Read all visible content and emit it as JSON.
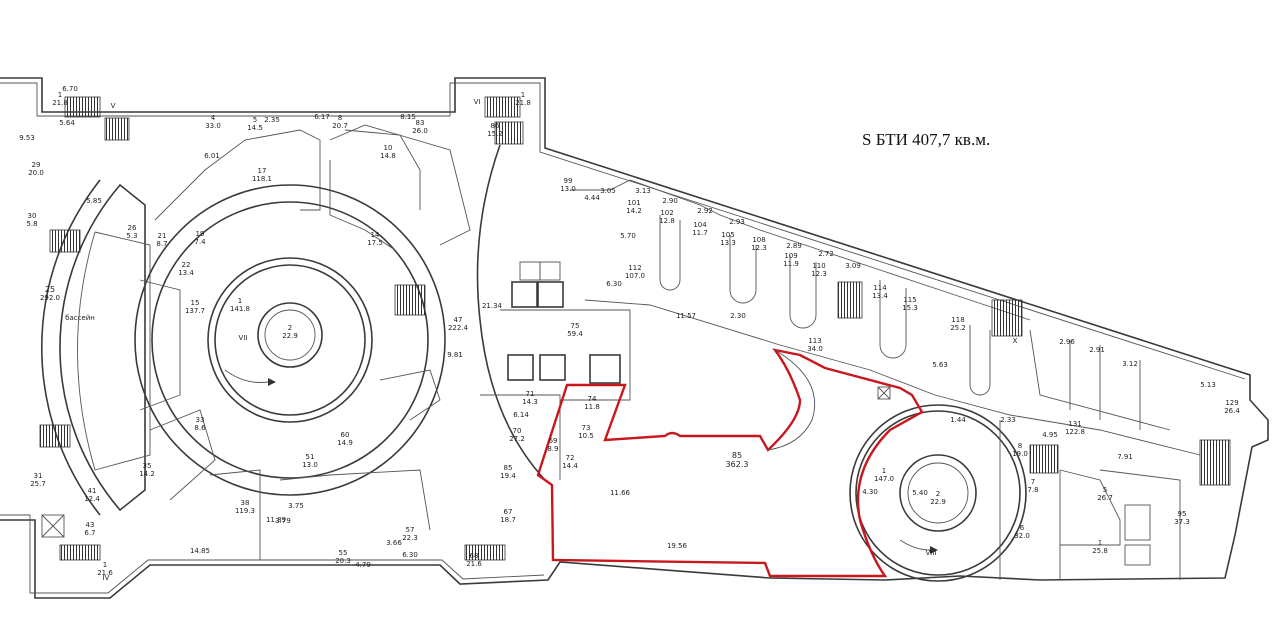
{
  "title": "S БТИ 407,7 кв.м.",
  "pool_label": "бассейн",
  "colors": {
    "highlight": "#c8181e",
    "lines": "#3a3a3a"
  },
  "rooms": [
    {
      "n": "25",
      "a": "292.0"
    },
    {
      "n": "2",
      "a": "22.9"
    },
    {
      "n": "1",
      "a": "141.8"
    },
    {
      "n": "47",
      "a": "222.4"
    },
    {
      "n": "17",
      "a": "118.1"
    },
    {
      "n": "15",
      "a": "137.7"
    },
    {
      "n": "38",
      "a": "119.3"
    },
    {
      "n": "75",
      "a": "59.4"
    },
    {
      "n": "112",
      "a": "107.0"
    },
    {
      "n": "85",
      "a": "362.3"
    },
    {
      "n": "1",
      "a": "147.0"
    },
    {
      "n": "2",
      "a": "22.9"
    },
    {
      "n": "131",
      "a": "122.8"
    },
    {
      "n": "31",
      "a": "25.7"
    },
    {
      "n": "22",
      "a": "13.4"
    },
    {
      "n": "21",
      "a": "8.7"
    },
    {
      "n": "26",
      "a": "5.3"
    },
    {
      "n": "19",
      "a": "7.4"
    },
    {
      "n": "60",
      "a": "14.9"
    },
    {
      "n": "51",
      "a": "13.0"
    },
    {
      "n": "85",
      "a": "19.4"
    },
    {
      "n": "71",
      "a": "14.3"
    },
    {
      "n": "70",
      "a": "27.2"
    },
    {
      "n": "74",
      "a": "11.8"
    },
    {
      "n": "73",
      "a": "10.5"
    },
    {
      "n": "72",
      "a": "14.4"
    },
    {
      "n": "69",
      "a": "8.9"
    },
    {
      "n": "113",
      "a": "34.0"
    },
    {
      "n": "118",
      "a": "25.2"
    },
    {
      "n": "115",
      "a": "15.3"
    },
    {
      "n": "114",
      "a": "13.4"
    },
    {
      "n": "101",
      "a": "14.2"
    },
    {
      "n": "102",
      "a": "12.8"
    },
    {
      "n": "104",
      "a": "11.7"
    },
    {
      "n": "105",
      "a": "13.3"
    },
    {
      "n": "108",
      "a": "12.3"
    },
    {
      "n": "109",
      "a": "11.9"
    },
    {
      "n": "110",
      "a": "12.3"
    },
    {
      "n": "8",
      "a": "19.0"
    },
    {
      "n": "6",
      "a": "32.0"
    },
    {
      "n": "1",
      "a": "25.8"
    },
    {
      "n": "95",
      "a": "37.3"
    },
    {
      "n": "129",
      "a": "26.4"
    },
    {
      "n": "57",
      "a": "22.3"
    },
    {
      "n": "55",
      "a": "20.3"
    },
    {
      "n": "68",
      "a": "21.6"
    },
    {
      "n": "67",
      "a": "18.7"
    },
    {
      "n": "43",
      "a": "6.7"
    },
    {
      "n": "1",
      "a": "21.8"
    },
    {
      "n": "1",
      "a": "21.8"
    },
    {
      "n": "1",
      "a": "21.6"
    },
    {
      "n": "4",
      "a": "33.0"
    },
    {
      "n": "5",
      "a": "14.5"
    },
    {
      "n": "8",
      "a": "20.7"
    },
    {
      "n": "83",
      "a": "26.0"
    },
    {
      "n": "86",
      "a": "15.2"
    },
    {
      "n": "29",
      "a": "20.0"
    },
    {
      "n": "30",
      "a": "5.8"
    },
    {
      "n": "99",
      "a": "13.0"
    },
    {
      "n": "5",
      "a": "26.7"
    },
    {
      "n": "7",
      "a": "7.8"
    },
    {
      "n": "35",
      "a": "14.2"
    },
    {
      "n": "33",
      "a": "8.6"
    },
    {
      "n": "41",
      "a": "12.4"
    },
    {
      "n": "10",
      "a": "14.8"
    },
    {
      "n": "14",
      "a": "17.5"
    }
  ],
  "dimensions": [
    "6.70",
    "5.64",
    "8.15",
    "6.17",
    "2.35",
    "9.81",
    "21.34",
    "11.57",
    "2.30",
    "6.30",
    "14.85",
    "19.56",
    "11.89",
    "11.66",
    "6.30",
    "5.63",
    "4.30",
    "5.40",
    "7.91",
    "4.95",
    "2.33",
    "1.44",
    "5.13",
    "3.12",
    "2.91",
    "2.96",
    "3.09",
    "2.72",
    "2.89",
    "2.93",
    "2.92",
    "2.90",
    "3.13",
    "3.05",
    "5.70",
    "4.44",
    "6.14",
    "3.75",
    "3.79",
    "4.79",
    "3.66",
    "9.53",
    "6.01",
    "5.85"
  ],
  "roman": [
    "VII",
    "VIII",
    "V",
    "VI",
    "IV",
    "X"
  ]
}
